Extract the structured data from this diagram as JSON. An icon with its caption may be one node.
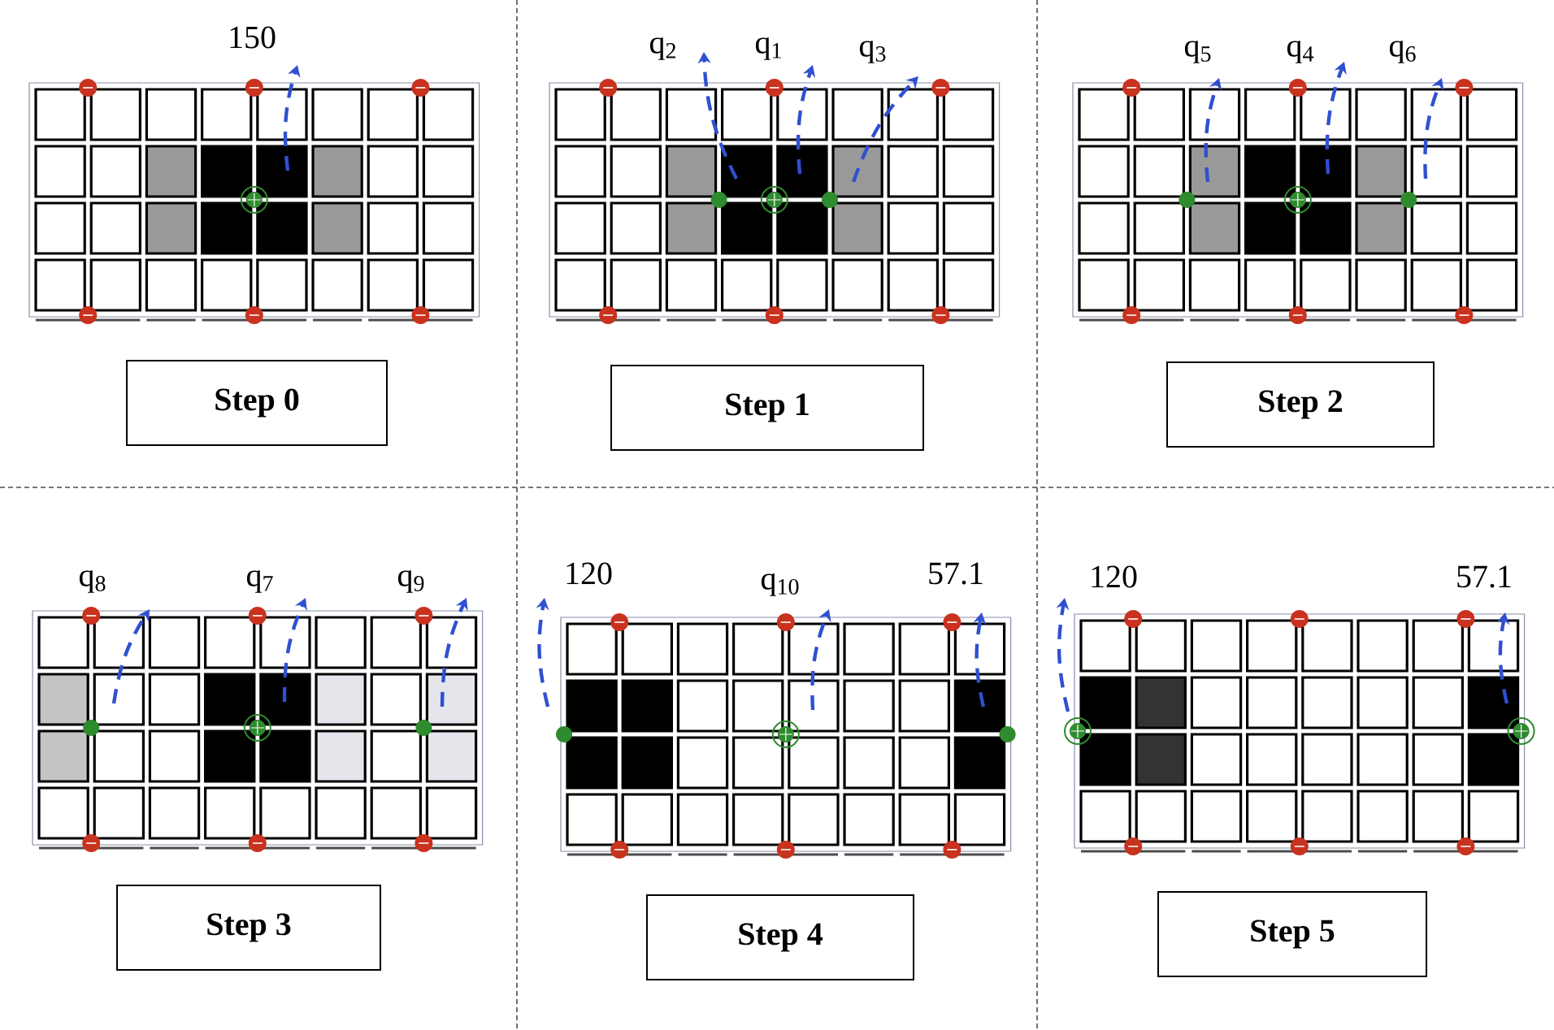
{
  "diagram": {
    "nodes": [
      {
        "text": [
          "Step 0"
        ]
      },
      {
        "text": [
          "Step 1"
        ]
      },
      {
        "text": [
          "Step 2"
        ]
      },
      {
        "text": [
          "Step 3"
        ]
      },
      {
        "text": [
          "Step 4"
        ]
      },
      {
        "text": [
          "Step 5"
        ]
      }
    ],
    "labels": [
      "150",
      "q$_{2}$",
      "q$_{1}$",
      "q$_{3}$",
      "q$_{5}$",
      "q$_{4}$",
      "q$_{6}$",
      "q$_{8}$",
      "q$_{7}$",
      "q$_{9}$",
      "120",
      "q$_{10}$",
      "57.1",
      "120",
      "57.1"
    ]
  }
}
